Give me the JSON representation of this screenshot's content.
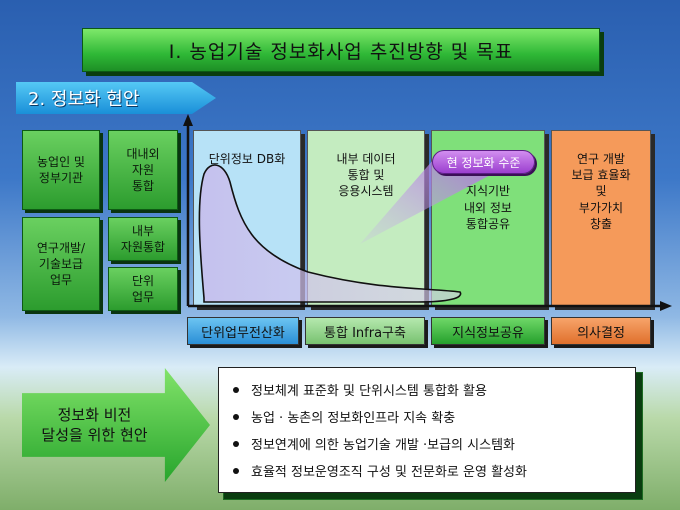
{
  "title": "Ⅰ. 농업기술 정보화사업 추진방향 및 목표",
  "subtitle": "2. 정보화 현안",
  "left_boxes": {
    "farmers_gov": "농업인 및\n정부기관",
    "research_ext": "연구개발/\n기술보급\n업무",
    "internal_external": "대내외\n자원\n통합",
    "internal": "내부\n자원통합",
    "unit": "단위\n업무"
  },
  "columns": [
    {
      "label": "단위정보 DB화",
      "color": "#b7e2f7"
    },
    {
      "label": "내부 데이터\n통합 및\n응용시스템",
      "color": "#c4ecc0"
    },
    {
      "label": "\n\n지식기반\n내외 정보\n통합공유",
      "color": "#7fe07a"
    },
    {
      "label": "연구 개발\n보급 효율화\n및\n부가가치\n창출",
      "color": "#f59a5a"
    }
  ],
  "callout": "현 정보화 수준",
  "axis": [
    {
      "label": "단위업무전산화",
      "color": "#3aa0e0"
    },
    {
      "label": "통합 Infra구축",
      "color": "#8fd08a"
    },
    {
      "label": "지식정보공유",
      "color": "#2fb836"
    },
    {
      "label": "의사결정",
      "color": "#ee7f3a"
    }
  ],
  "vision": "정보화 비전\n달성을 위한 현안",
  "bullets": [
    "정보체계 표준화 및 단위시스템 통합화 활용",
    "농업 · 농촌의 정보화인프라 지속 확충",
    "정보연계에 의한 농업기술 개발 ·보급의 시스템화",
    "효율적 정보운영조직 구성 및 전문화로 운영 활성화"
  ]
}
